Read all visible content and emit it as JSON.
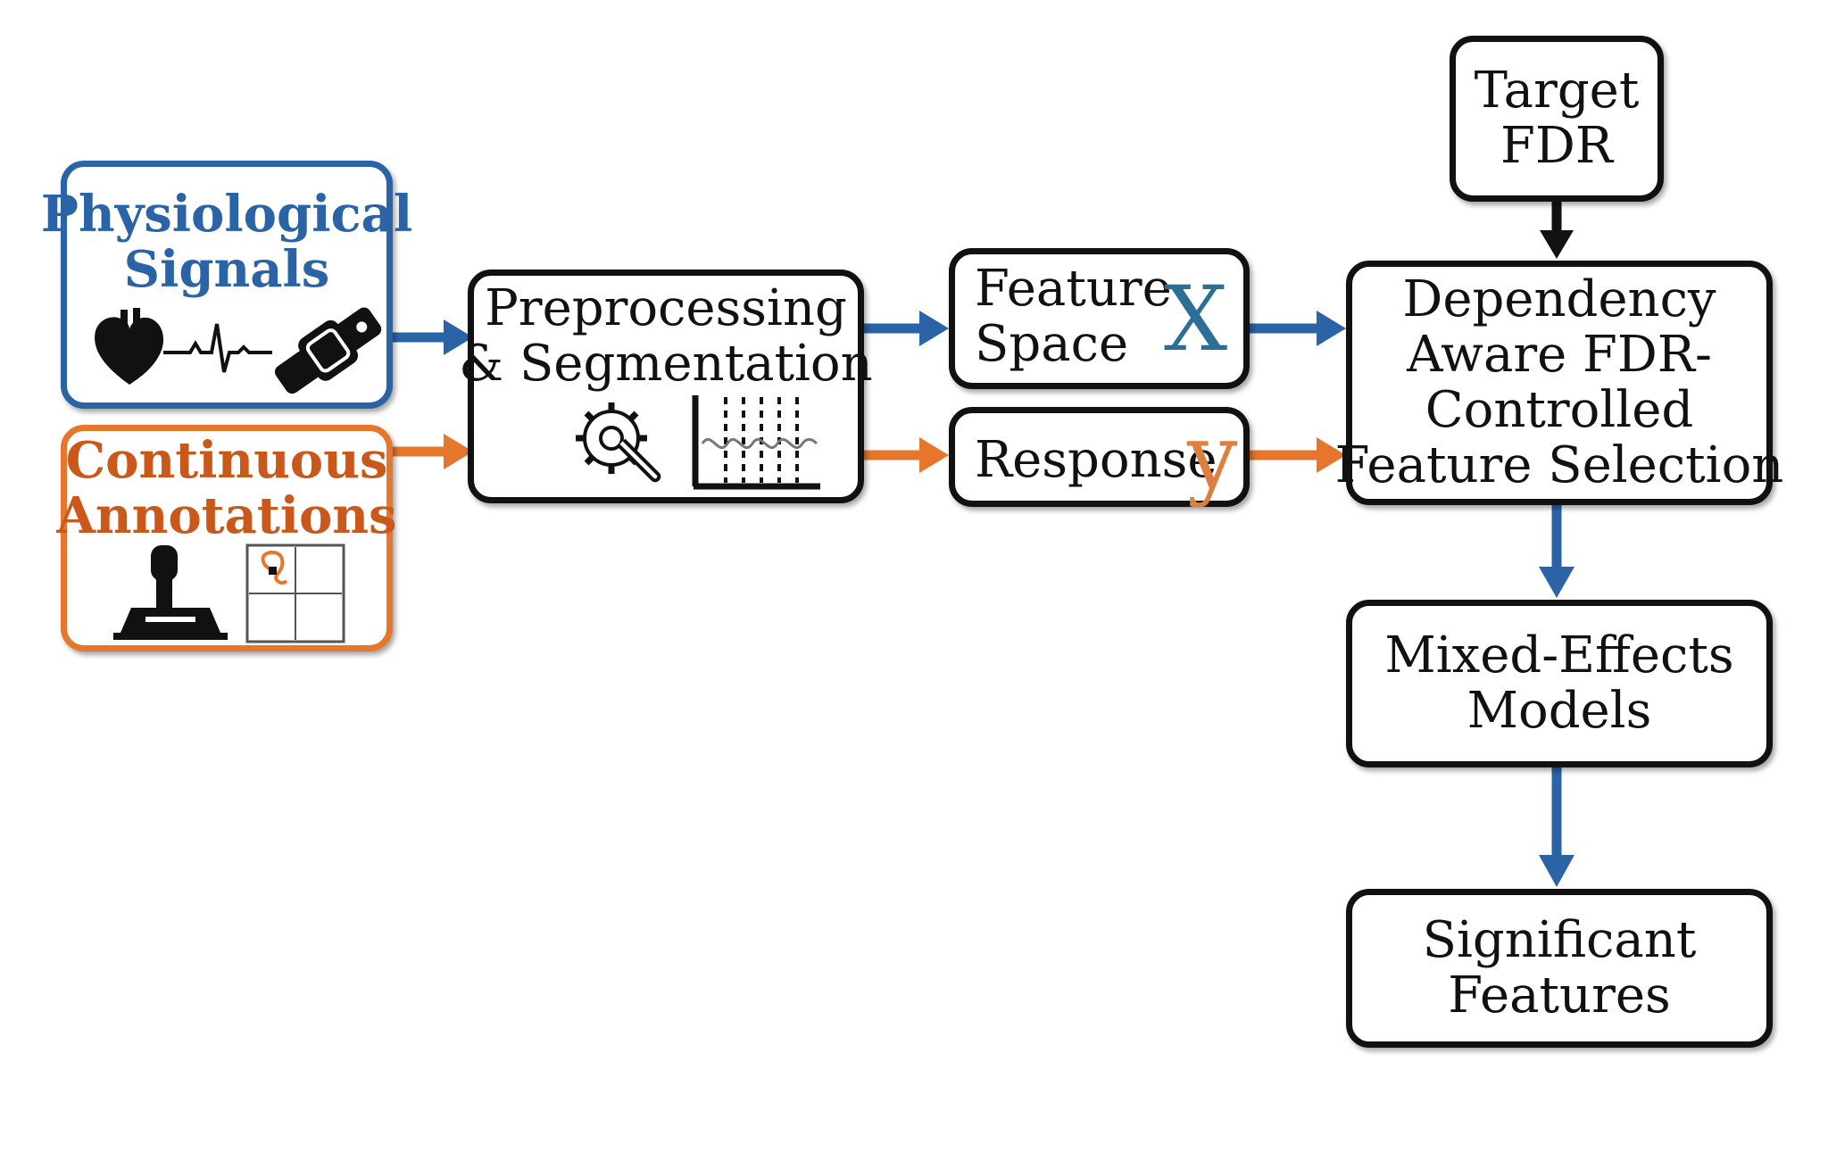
{
  "colors": {
    "physio_blue": "#2a64a6",
    "annotation_orange": "#e6762b",
    "box_border": "#111111",
    "feature_x_color": "#2b6e96",
    "response_y_color": "#e07f3c"
  },
  "nodes": {
    "physiological_signals": {
      "line1": "Physiological",
      "line2": "Signals",
      "icons": [
        "heart-icon",
        "ecg-wave-icon",
        "wearable-band-icon"
      ]
    },
    "continuous_annotations": {
      "line1": "Continuous",
      "line2": "Annotations",
      "icons": [
        "joystick-icon",
        "annotation-grid-icon"
      ]
    },
    "preprocessing": {
      "line1": "Preprocessing",
      "line2": "& Segmentation",
      "icons": [
        "gear-wrench-icon",
        "segmented-signal-icon"
      ]
    },
    "feature_space": {
      "line1": "Feature",
      "line2": "Space",
      "symbol": "X"
    },
    "response": {
      "label": "Response",
      "symbol": "y"
    },
    "target_fdr": {
      "line1": "Target",
      "line2": "FDR"
    },
    "fdr_selection": {
      "line1": "Dependency",
      "line2": "Aware FDR-",
      "line3": "Controlled",
      "line4": "Feature Selection"
    },
    "mixed_effects": {
      "line1": "Mixed-Effects",
      "line2": "Models"
    },
    "significant_features": {
      "line1": "Significant",
      "line2": "Features"
    }
  }
}
